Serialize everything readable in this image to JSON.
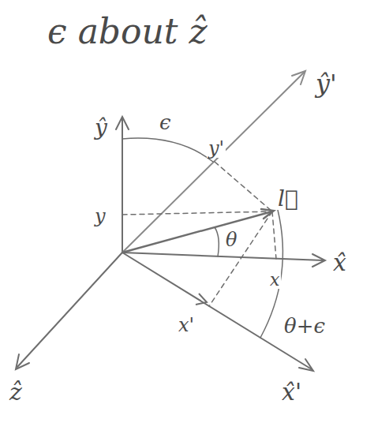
{
  "diagram": {
    "title": "ϵ about ẑ",
    "labels": [
      "ŷ'",
      "ŷ",
      "ϵ",
      "y'",
      "l⃗",
      "y",
      "θ",
      "x̂",
      "x",
      "θ+ϵ",
      "x'",
      "ẑ",
      "x̂'"
    ]
  }
}
